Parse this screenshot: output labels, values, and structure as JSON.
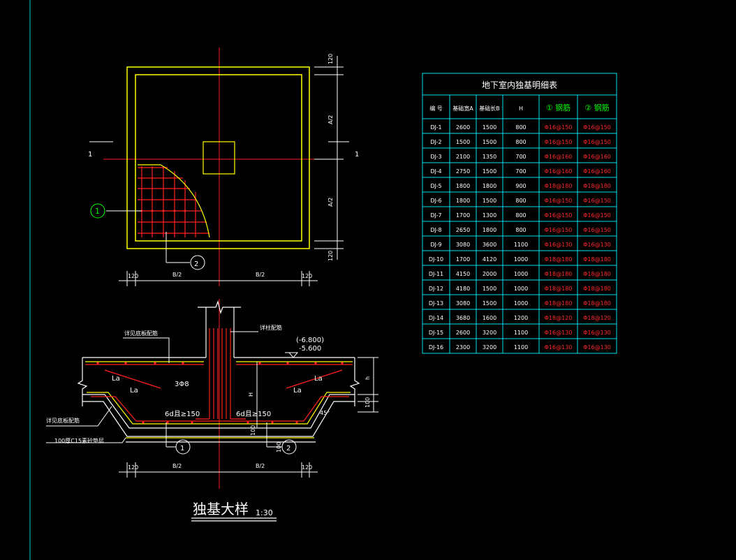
{
  "plan": {
    "section_mark_left": "1",
    "section_mark_right": "1",
    "callout_1": "1",
    "callout_2": "2",
    "dim_120": "120",
    "dim_a2": "A/2",
    "dim_b2": "B/2"
  },
  "section": {
    "note_bottom_rebar_top": "详见底板配筋",
    "note_column_rebar": "详柱配筋",
    "elev_1": "(-6.800)",
    "elev_2": "-5.600",
    "la": "La",
    "stirrup": "3Φ8",
    "anchor": "6d且≥150",
    "note_bottom_rebar_left": "详见底板配筋",
    "cushion": "100厚C15素砼垫层",
    "dim_h": "h",
    "dim_H": "H",
    "dim_100": "100",
    "dim_120": "120",
    "dim_b2": "B/2",
    "callout_1": "1",
    "callout_2": "2",
    "slope": "45°"
  },
  "caption": {
    "title": "独基大样",
    "scale": "1:30"
  },
  "table": {
    "title": "地下室内独基明细表",
    "headers": [
      "编 号",
      "基础宽A",
      "基础长B",
      "H",
      "①",
      "②"
    ],
    "header_suffix": "钢筋",
    "rows": [
      [
        "DJ-1",
        "2600",
        "1500",
        "800",
        "Φ16@150",
        "Φ16@150"
      ],
      [
        "DJ-2",
        "1500",
        "1500",
        "800",
        "Φ16@150",
        "Φ16@150"
      ],
      [
        "DJ-3",
        "2100",
        "1350",
        "700",
        "Φ16@160",
        "Φ16@160"
      ],
      [
        "DJ-4",
        "2750",
        "1500",
        "700",
        "Φ16@160",
        "Φ16@160"
      ],
      [
        "DJ-5",
        "1800",
        "1800",
        "900",
        "Φ18@180",
        "Φ18@180"
      ],
      [
        "DJ-6",
        "1800",
        "1500",
        "800",
        "Φ16@150",
        "Φ16@150"
      ],
      [
        "DJ-7",
        "1700",
        "1300",
        "800",
        "Φ16@150",
        "Φ16@150"
      ],
      [
        "DJ-8",
        "2650",
        "1800",
        "800",
        "Φ16@150",
        "Φ16@150"
      ],
      [
        "DJ-9",
        "3080",
        "3600",
        "1100",
        "Φ16@130",
        "Φ16@130"
      ],
      [
        "DJ-10",
        "1700",
        "4120",
        "1000",
        "Φ18@180",
        "Φ18@180"
      ],
      [
        "DJ-11",
        "4150",
        "2000",
        "1000",
        "Φ18@180",
        "Φ18@180"
      ],
      [
        "DJ-12",
        "4180",
        "1500",
        "1000",
        "Φ18@180",
        "Φ18@180"
      ],
      [
        "DJ-13",
        "3080",
        "1500",
        "1000",
        "Φ18@180",
        "Φ18@180"
      ],
      [
        "DJ-14",
        "3680",
        "1600",
        "1200",
        "Φ18@120",
        "Φ18@120"
      ],
      [
        "DJ-15",
        "2600",
        "3200",
        "1100",
        "Φ16@130",
        "Φ16@130"
      ],
      [
        "DJ-16",
        "2300",
        "3200",
        "1100",
        "Φ16@130",
        "Φ16@130"
      ]
    ]
  },
  "colors": {
    "yellow": "#ffff00",
    "red": "#ff2020",
    "green": "#00ff00",
    "cyan": "#00e5ee",
    "white": "#ffffff"
  }
}
